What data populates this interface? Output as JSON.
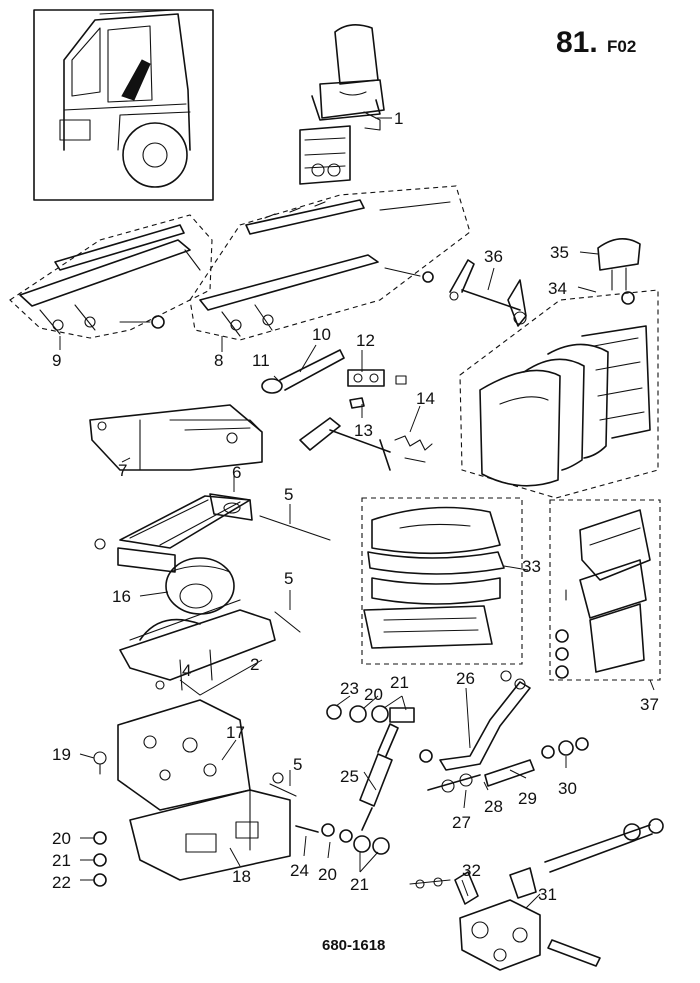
{
  "sheet": {
    "number": "81.",
    "suffix": "F02"
  },
  "drawing_code": "680-1618",
  "callouts": [
    "1",
    "2",
    "4",
    "5",
    "5",
    "5",
    "6",
    "7",
    "8",
    "9",
    "10",
    "11",
    "12",
    "13",
    "14",
    "16",
    "17",
    "18",
    "19",
    "20",
    "21",
    "22",
    "23",
    "20",
    "21",
    "24",
    "20",
    "21",
    "25",
    "26",
    "27",
    "28",
    "29",
    "30",
    "31",
    "32",
    "33",
    "34",
    "35",
    "36",
    "37"
  ]
}
